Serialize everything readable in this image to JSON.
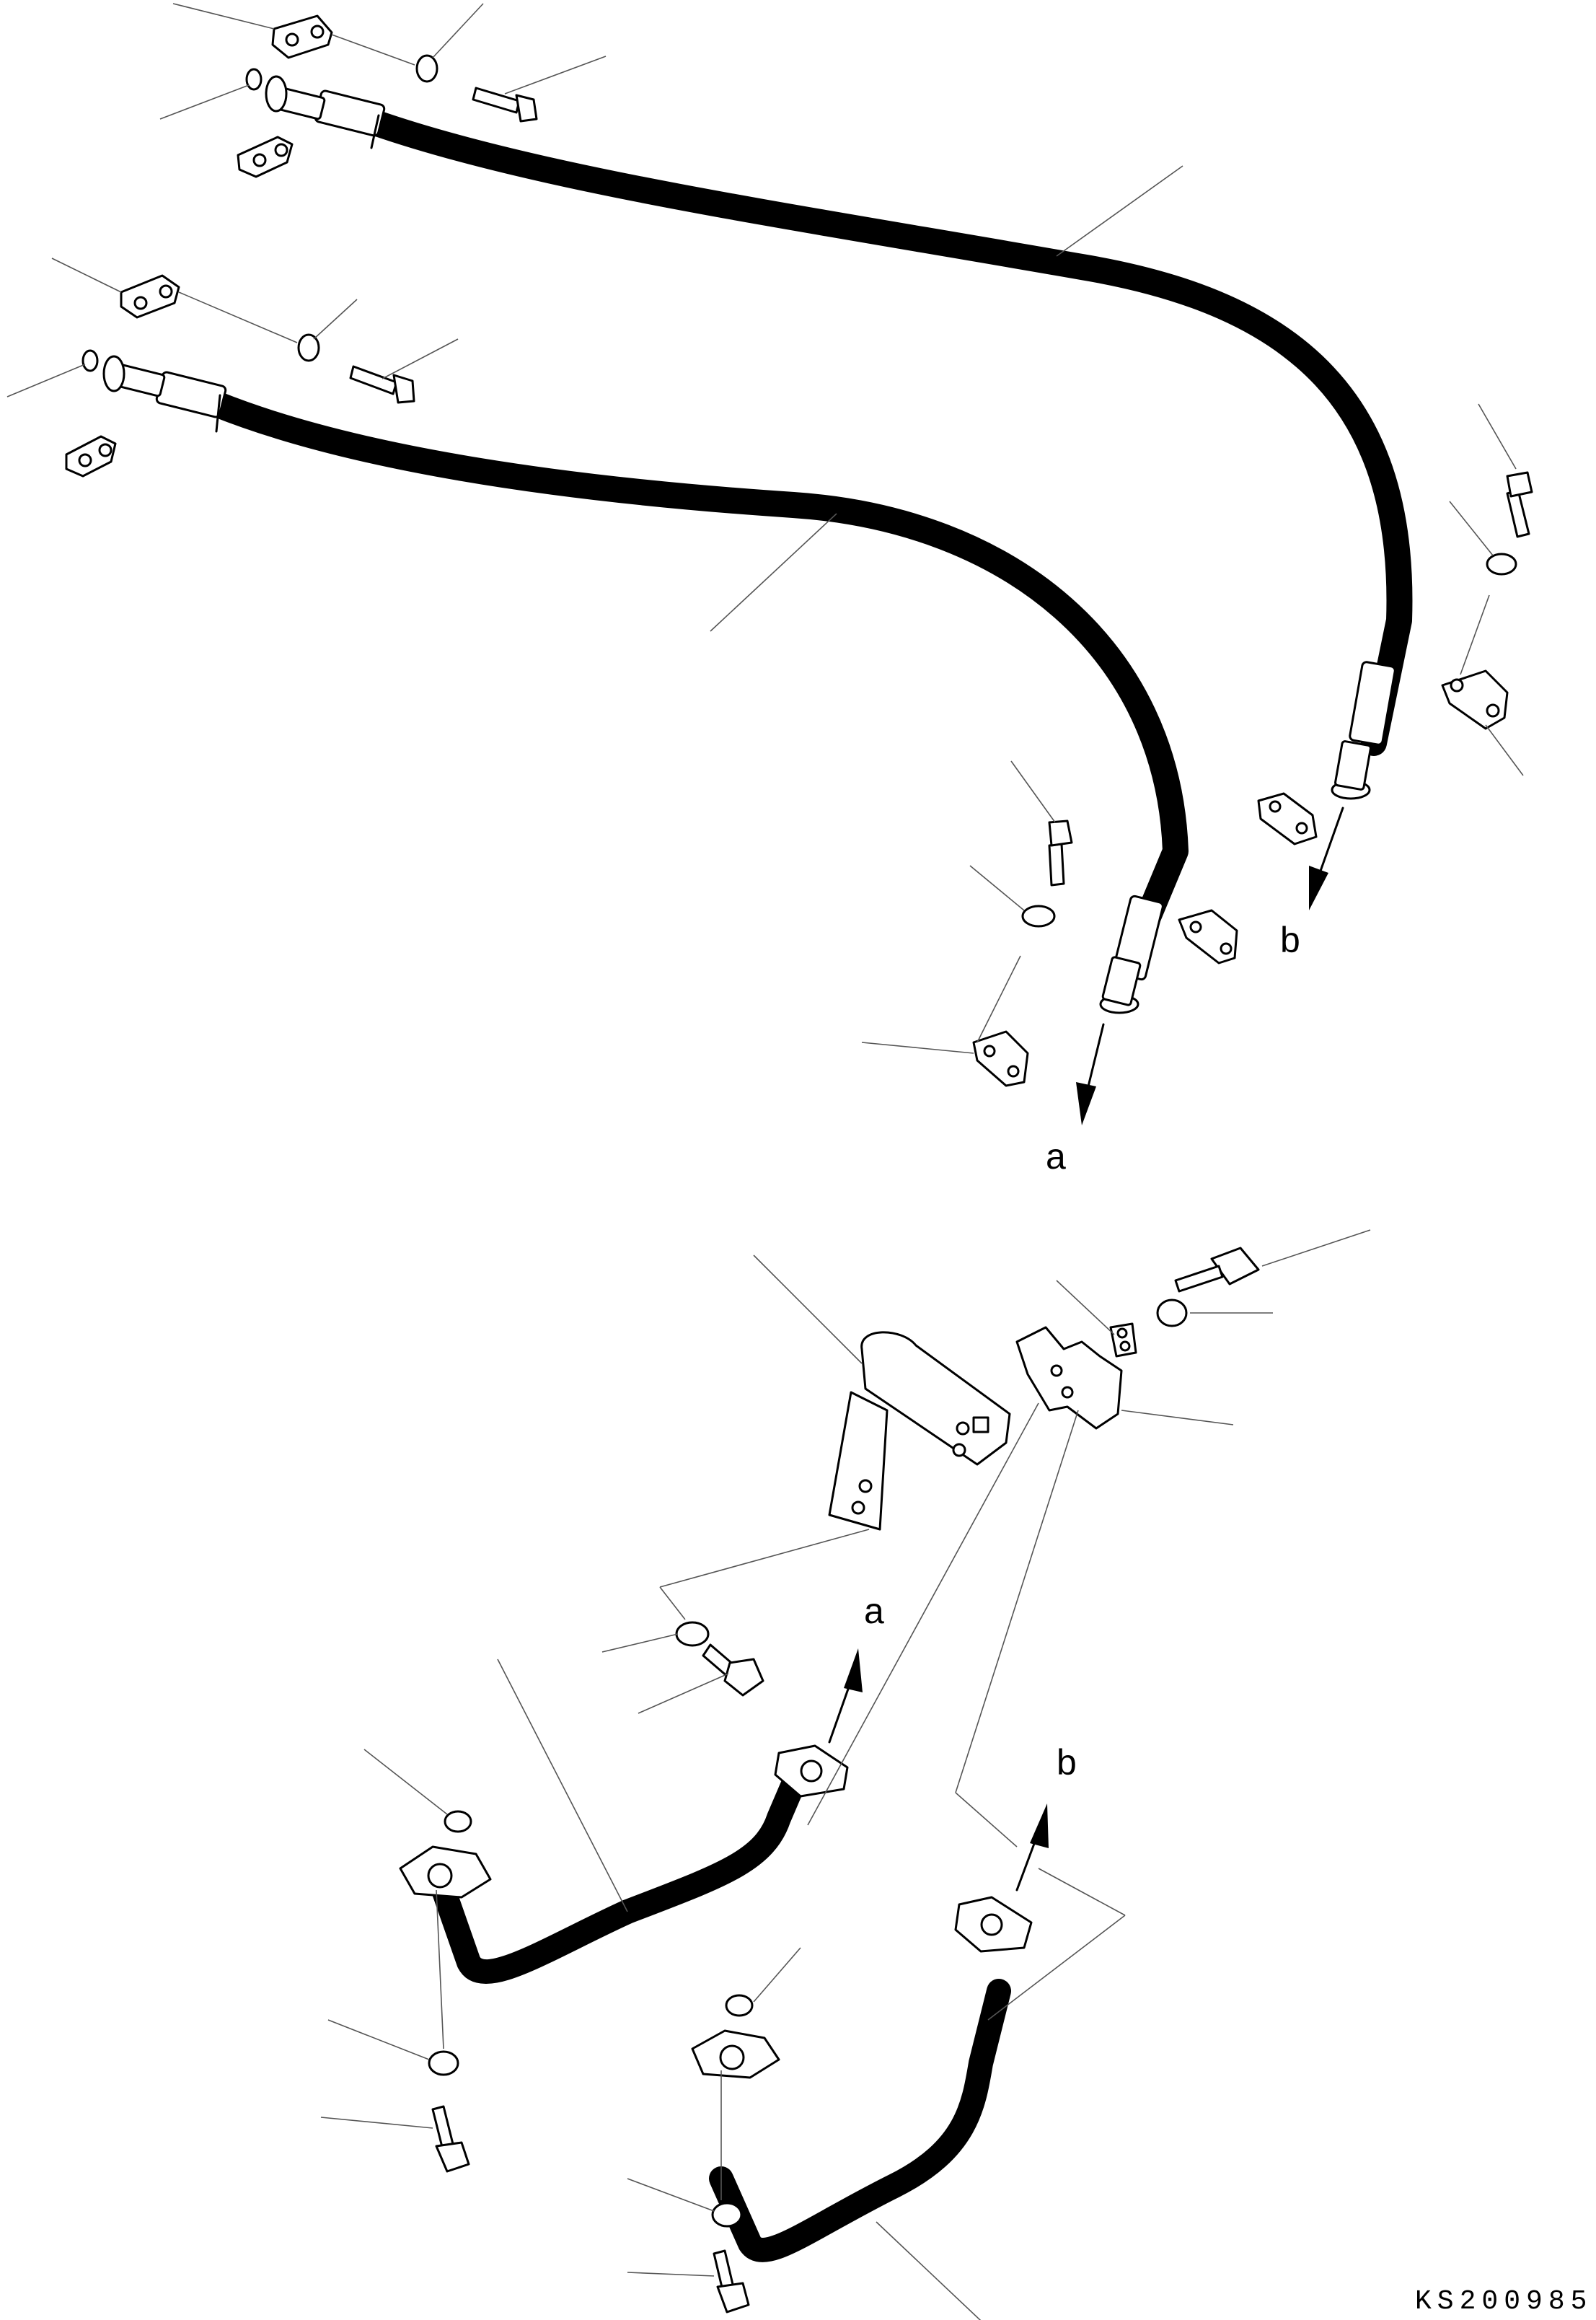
{
  "labels": {
    "upper_a": "a",
    "upper_b": "b",
    "lower_a": "a",
    "lower_b": "b"
  },
  "drawing_code": "KS200985"
}
